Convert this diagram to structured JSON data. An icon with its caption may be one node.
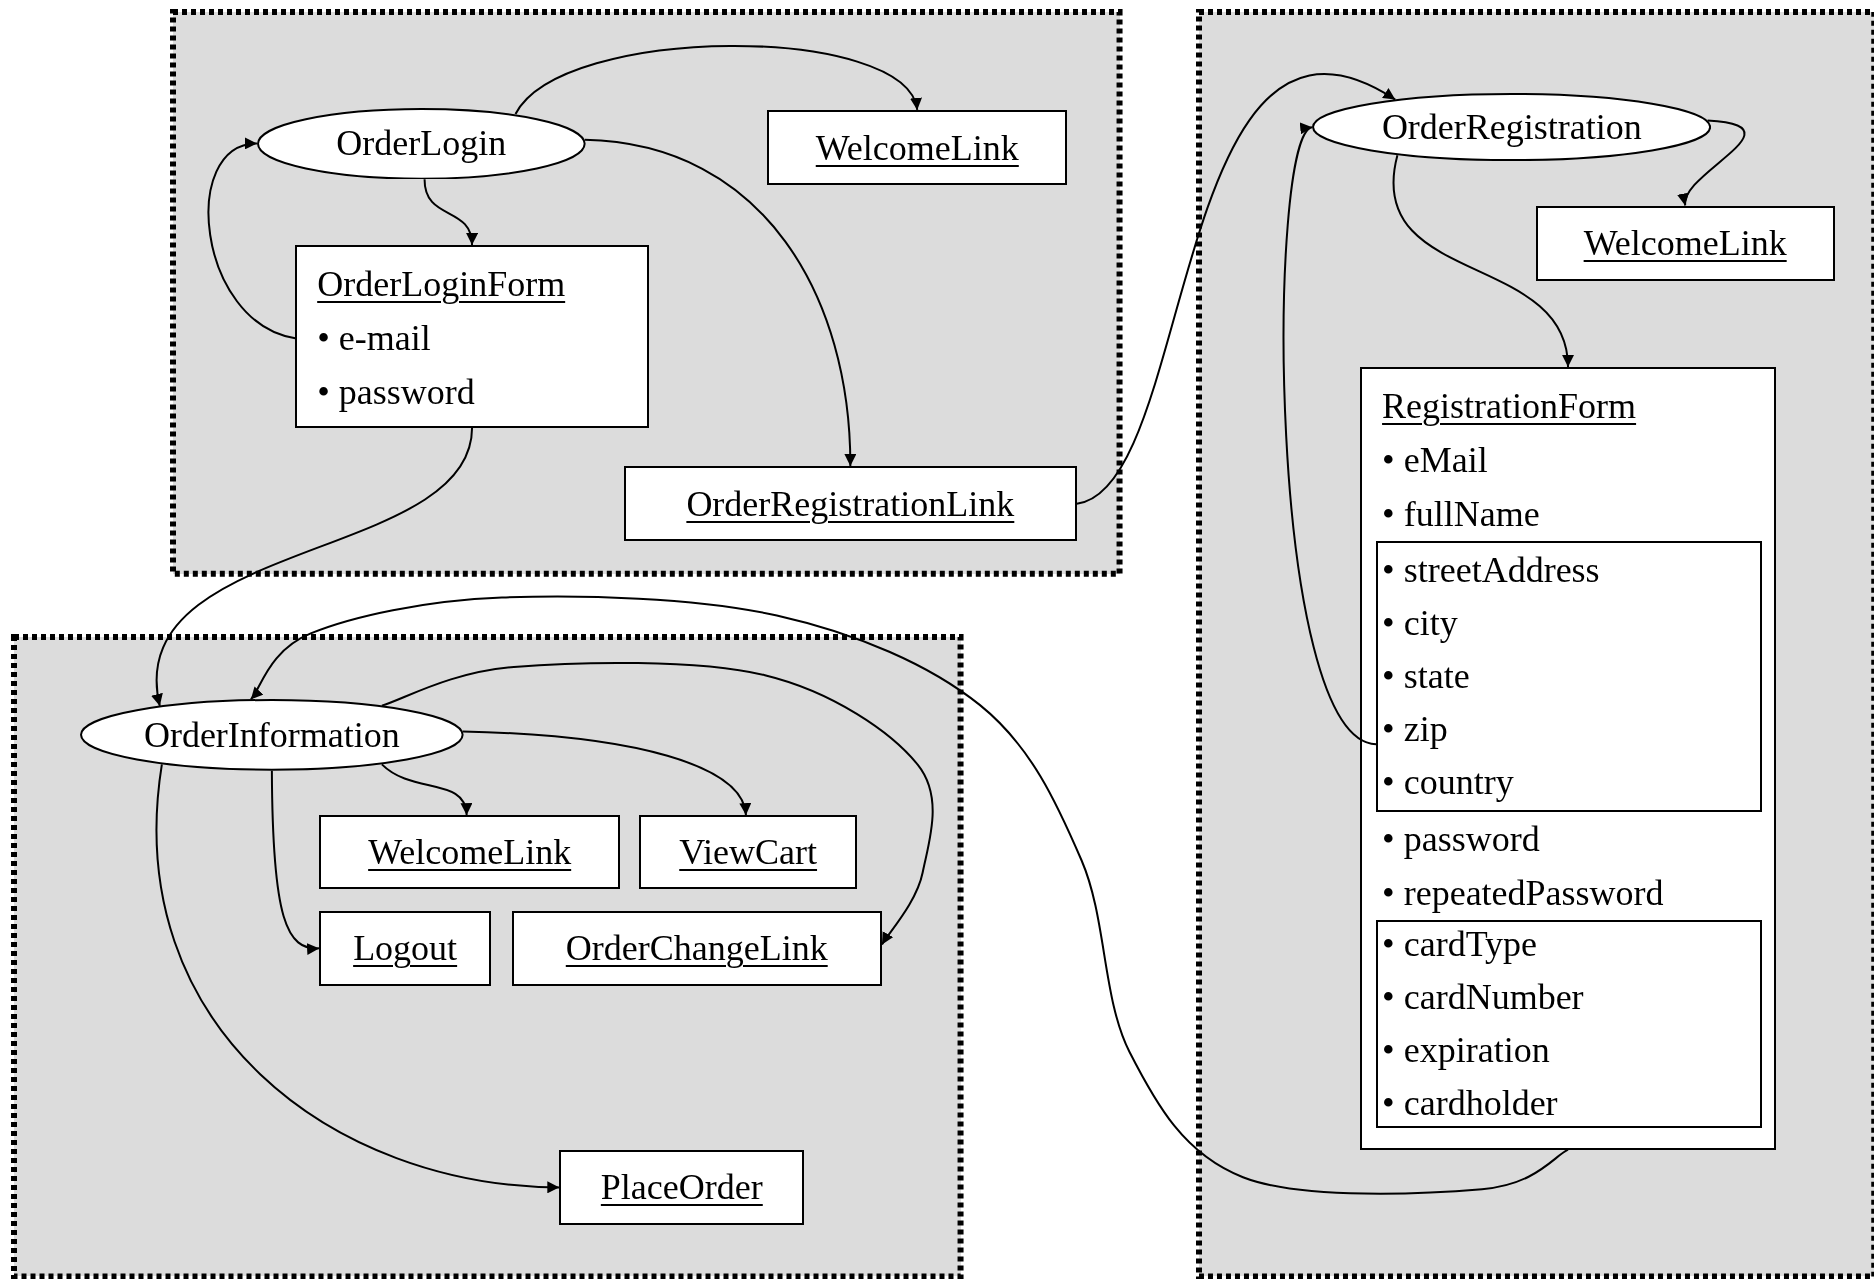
{
  "diagram": {
    "nodes": [
      {
        "text": [],
        "shape": "box"
      },
      {
        "text": [
          "OrderLogin"
        ],
        "in": 0
      },
      {
        "text": [
          "WelcomeLink"
        ],
        "in": 0
      },
      {
        "text": [
          "OrderLoginForm",
          "• e-mail",
          "• password"
        ],
        "in": 0
      },
      {
        "text": [
          "OrderRegistrationLink"
        ],
        "in": 0
      },
      {
        "text": [],
        "shape": "box"
      },
      {
        "text": [
          "OrderRegistration"
        ],
        "in": 5
      },
      {
        "text": [
          "WelcomeLink"
        ],
        "in": 5
      },
      {
        "text": [
          "RegistrationForm",
          "• eMail",
          "• fullName",
          "• password",
          "• repeatedPassword"
        ],
        "in": 5
      },
      {
        "text": [
          "• streetAddress",
          "• city",
          "• state",
          "• zip",
          "• country"
        ],
        "in": 8
      },
      {
        "text": [
          "• cardType",
          "• cardNumber",
          "• expiration",
          "• cardholder"
        ],
        "in": 8
      },
      {
        "text": [],
        "shape": "box"
      },
      {
        "text": [
          "OrderInformation"
        ],
        "in": 11
      },
      {
        "text": [
          "WelcomeLink"
        ],
        "in": 11
      },
      {
        "text": [
          "ViewCart"
        ],
        "in": 11
      },
      {
        "text": [
          "Logout"
        ],
        "in": 11
      },
      {
        "text": [
          "OrderChangeLink"
        ],
        "in": 11
      },
      {
        "text": [
          "PlaceOrder"
        ],
        "in": 11
      }
    ],
    "edges": [
      {
        "from": 1,
        "to": 2,
        "arrow": "to"
      },
      {
        "from": 1,
        "to": 3,
        "arrow": "to"
      },
      {
        "from": 3,
        "to": 1,
        "arrow": "to"
      },
      {
        "from": 1,
        "to": 4,
        "arrow": "to"
      },
      {
        "from": 3,
        "to": 12,
        "arrow": "to"
      },
      {
        "from": 4,
        "to": 6,
        "arrow": "to"
      },
      {
        "from": 6,
        "to": 7,
        "arrow": "to"
      },
      {
        "from": 6,
        "to": 8,
        "arrow": "to"
      },
      {
        "from": 9,
        "to": 6,
        "arrow": "to"
      },
      {
        "from": 8,
        "to": 12,
        "arrow": "to"
      },
      {
        "from": 12,
        "to": 13,
        "arrow": "to"
      },
      {
        "from": 12,
        "to": 14,
        "arrow": "to"
      },
      {
        "from": 12,
        "to": 15,
        "arrow": "to"
      },
      {
        "from": 12,
        "to": 16,
        "arrow": "to"
      },
      {
        "from": 12,
        "to": 17,
        "arrow": "to"
      }
    ]
  }
}
